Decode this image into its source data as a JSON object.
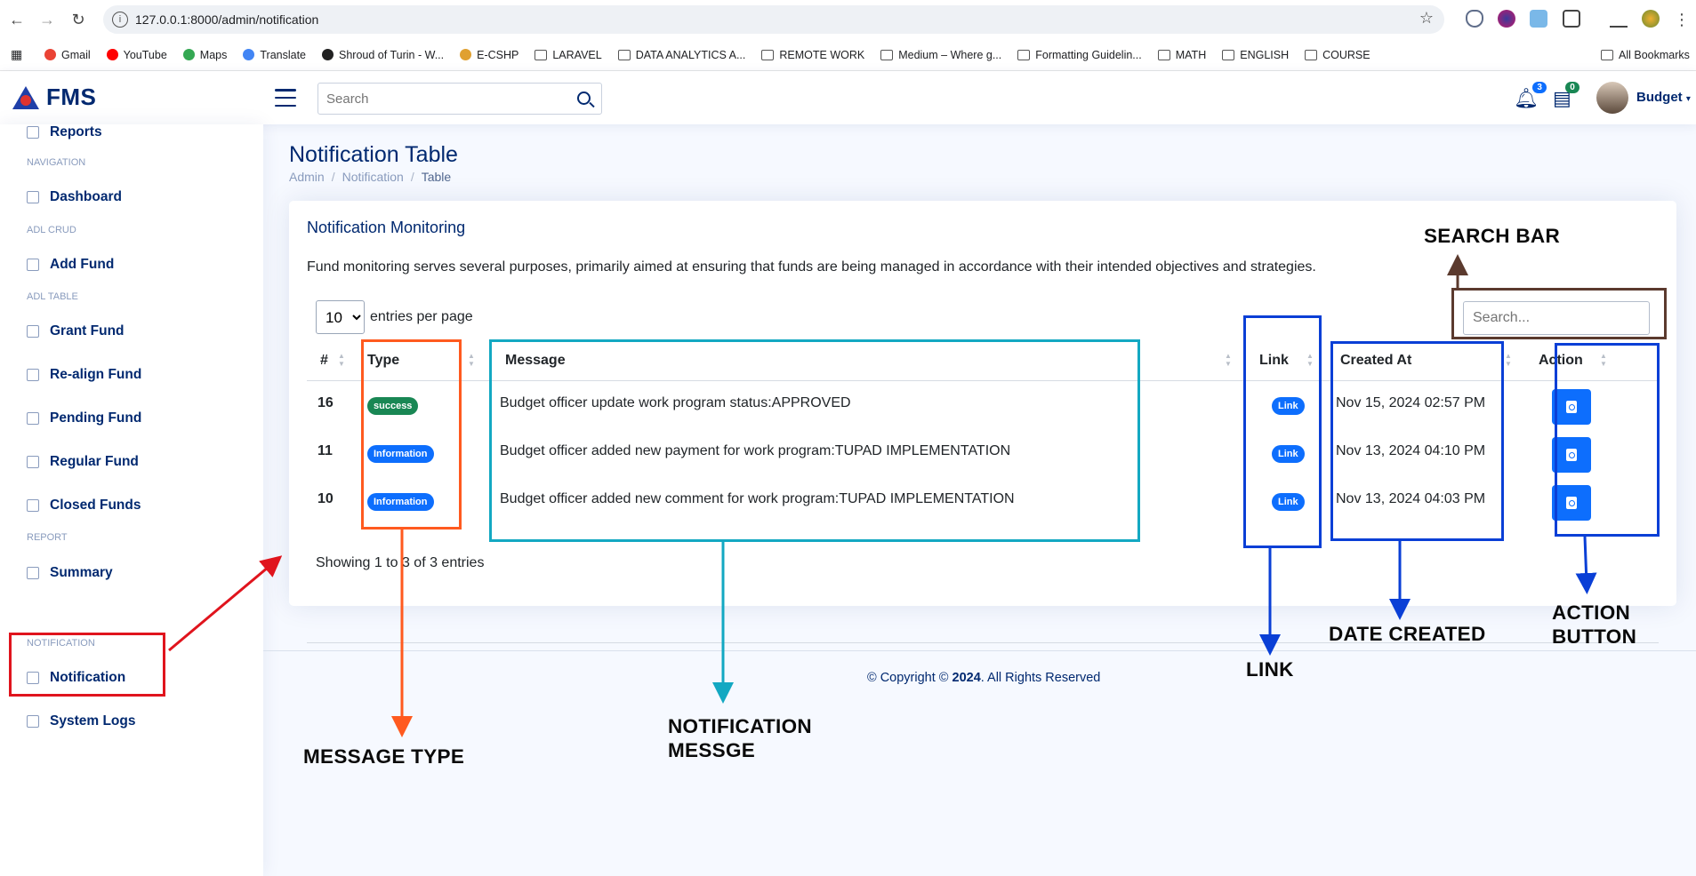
{
  "browser": {
    "url": "127.0.0.1:8000/admin/notification",
    "bookmarks": [
      "Gmail",
      "YouTube",
      "Maps",
      "Translate",
      "Shroud of Turin - W...",
      "E-CSHP",
      "LARAVEL",
      "DATA ANALYTICS A...",
      "REMOTE WORK",
      "Medium – Where g...",
      "Formatting Guidelin...",
      "MATH",
      "ENGLISH",
      "COURSE"
    ],
    "all_bookmarks": "All Bookmarks"
  },
  "header": {
    "brand": "FMS",
    "search_placeholder": "Search",
    "notif_count": "3",
    "message_count": "0",
    "user_name": "Budget"
  },
  "sidebar": {
    "sections": [
      {
        "heading": "NAVIGATION",
        "items": [
          "Dashboard"
        ]
      },
      {
        "heading": "ADL CRUD",
        "items": [
          "Add Fund"
        ]
      },
      {
        "heading": "ADL TABLE",
        "items": [
          "Grant Fund",
          "Re-align Fund",
          "Pending Fund",
          "Regular Fund",
          "Closed Funds"
        ]
      },
      {
        "heading": "REPORT",
        "items": [
          "Summary",
          "Reports"
        ]
      },
      {
        "heading": "NOTIFICATION",
        "items": [
          "Notification",
          "System Logs"
        ]
      }
    ]
  },
  "page": {
    "title": "Notification Table",
    "breadcrumb": [
      "Admin",
      "Notification",
      "Table"
    ]
  },
  "card": {
    "title": "Notification Monitoring",
    "description": "Fund monitoring serves several purposes, primarily aimed at ensuring that funds are being managed in accordance with their intended objectives and strategies.",
    "entries_value": "10",
    "entries_label": "entries per page",
    "search_placeholder": "Search...",
    "columns": [
      "#",
      "Type",
      "Message",
      "Link",
      "Created At",
      "Action"
    ],
    "rows": [
      {
        "id": "16",
        "type": "success",
        "message": "Budget officer update work program status:APPROVED",
        "link": "Link",
        "created": "Nov 15, 2024 02:57 PM"
      },
      {
        "id": "11",
        "type": "Information",
        "message": "Budget officer added new payment for work program:TUPAD IMPLEMENTATION",
        "link": "Link",
        "created": "Nov 13, 2024 04:10 PM"
      },
      {
        "id": "10",
        "type": "Information",
        "message": "Budget officer added new comment for work program:TUPAD IMPLEMENTATION",
        "link": "Link",
        "created": "Nov 13, 2024 04:03 PM"
      }
    ],
    "showing": "Showing 1 to 3 of 3 entries"
  },
  "footer": {
    "copyright_prefix": "© Copyright © ",
    "copyright_year": "2024",
    "copyright_suffix": ". All Rights Reserved"
  },
  "annotations": {
    "search_bar": "SEARCH BAR",
    "message_type": "MESSAGE TYPE",
    "notification_message_1": "NOTIFICATION",
    "notification_message_2": "MESSGE",
    "link": "LINK",
    "date_created": "DATE CREATED",
    "action_button_1": "ACTION",
    "action_button_2": "BUTTON"
  },
  "colors": {
    "primary": "#012970",
    "success": "#198754",
    "info": "#0d6efd",
    "anno_orange": "#ff5a1f",
    "anno_cyan": "#13a8c2",
    "anno_blue": "#0a3fd6",
    "anno_brown": "#5b3a2e",
    "anno_red": "#e0141d"
  }
}
